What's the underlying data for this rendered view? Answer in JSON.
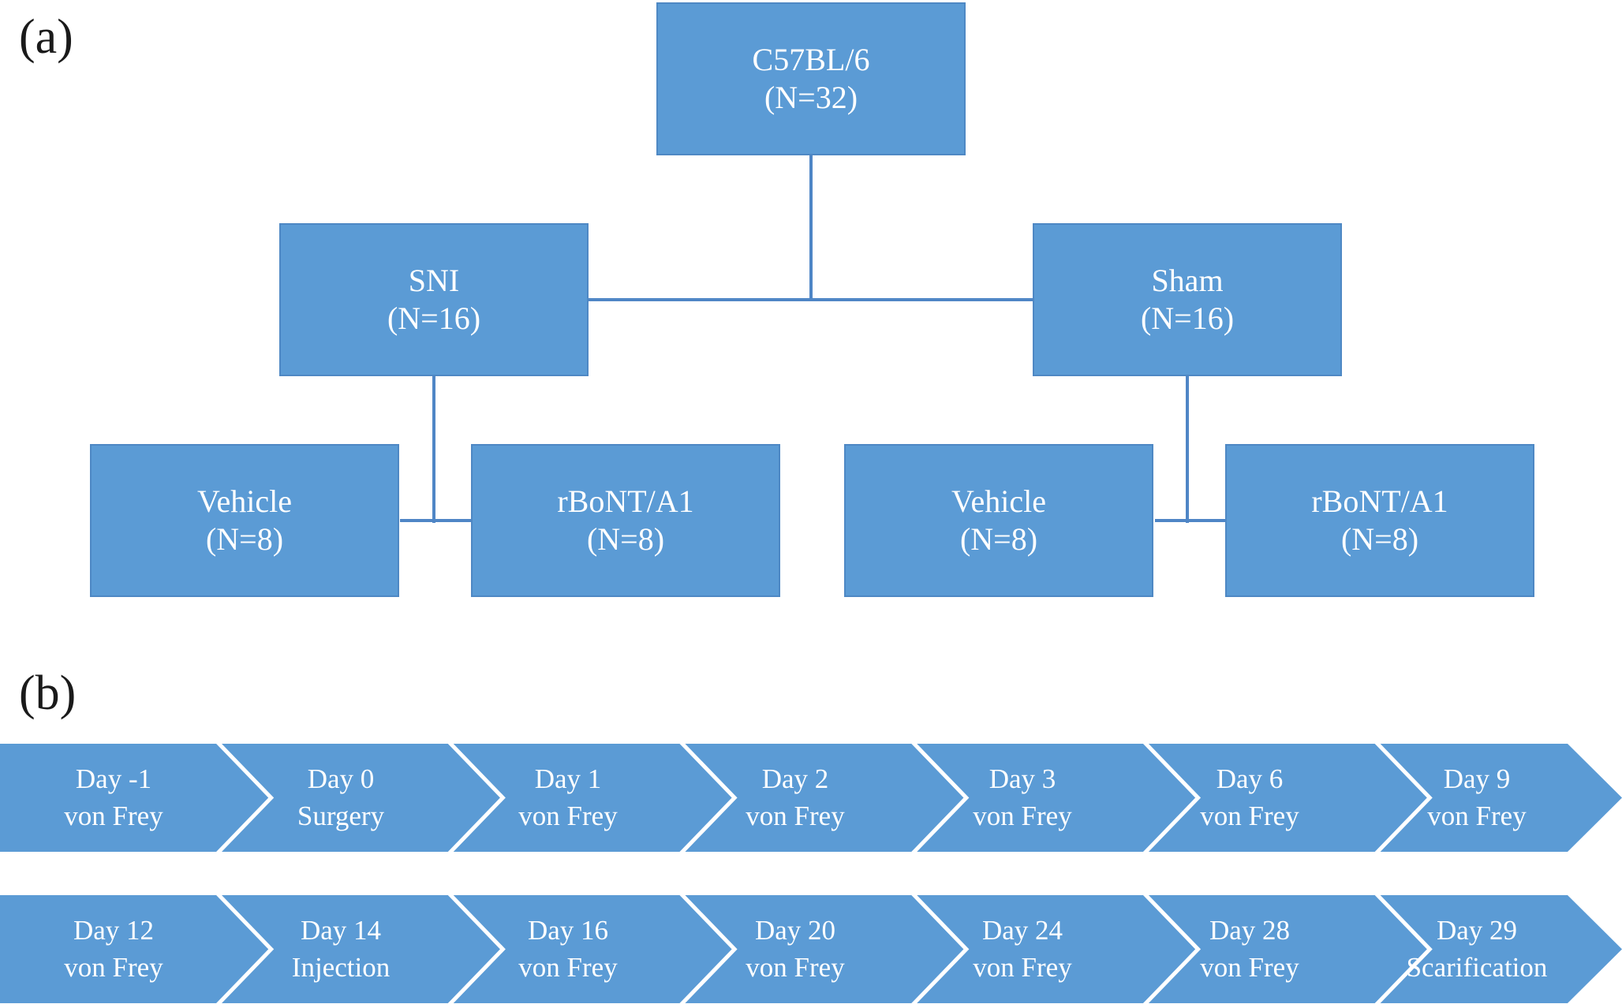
{
  "colors": {
    "shape_fill": "#5b9bd5",
    "shape_border": "#4e88c4",
    "connector": "#4f86c6",
    "shape_text": "#ffffff",
    "label_text": "#1a1a1a",
    "page_bg": "#ffffff"
  },
  "panel_a": {
    "label": "(a)",
    "nodes": {
      "root": {
        "line1": "C57BL/6",
        "line2": "(N=32)"
      },
      "sni": {
        "line1": "SNI",
        "line2": "(N=16)"
      },
      "sham": {
        "line1": "Sham",
        "line2": "(N=16)"
      },
      "sni_vehicle": {
        "line1": "Vehicle",
        "line2": "(N=8)"
      },
      "sni_rbont": {
        "line1": "rBoNT/A1",
        "line2": "(N=8)"
      },
      "sham_vehicle": {
        "line1": "Vehicle",
        "line2": "(N=8)"
      },
      "sham_rbont": {
        "line1": "rBoNT/A1",
        "line2": "(N=8)"
      }
    }
  },
  "panel_b": {
    "label": "(b)",
    "row1": [
      {
        "line1": "Day -1",
        "line2": "von Frey"
      },
      {
        "line1": "Day 0",
        "line2": "Surgery"
      },
      {
        "line1": "Day 1",
        "line2": "von Frey"
      },
      {
        "line1": "Day 2",
        "line2": "von Frey"
      },
      {
        "line1": "Day 3",
        "line2": "von Frey"
      },
      {
        "line1": "Day 6",
        "line2": "von Frey"
      },
      {
        "line1": "Day 9",
        "line2": "von Frey"
      }
    ],
    "row2": [
      {
        "line1": "Day 12",
        "line2": "von Frey"
      },
      {
        "line1": "Day 14",
        "line2": "Injection"
      },
      {
        "line1": "Day 16",
        "line2": "von Frey"
      },
      {
        "line1": "Day 20",
        "line2": "von Frey"
      },
      {
        "line1": "Day 24",
        "line2": "von Frey"
      },
      {
        "line1": "Day 28",
        "line2": "von Frey"
      },
      {
        "line1": "Day 29",
        "line2": "Scarification"
      }
    ]
  }
}
